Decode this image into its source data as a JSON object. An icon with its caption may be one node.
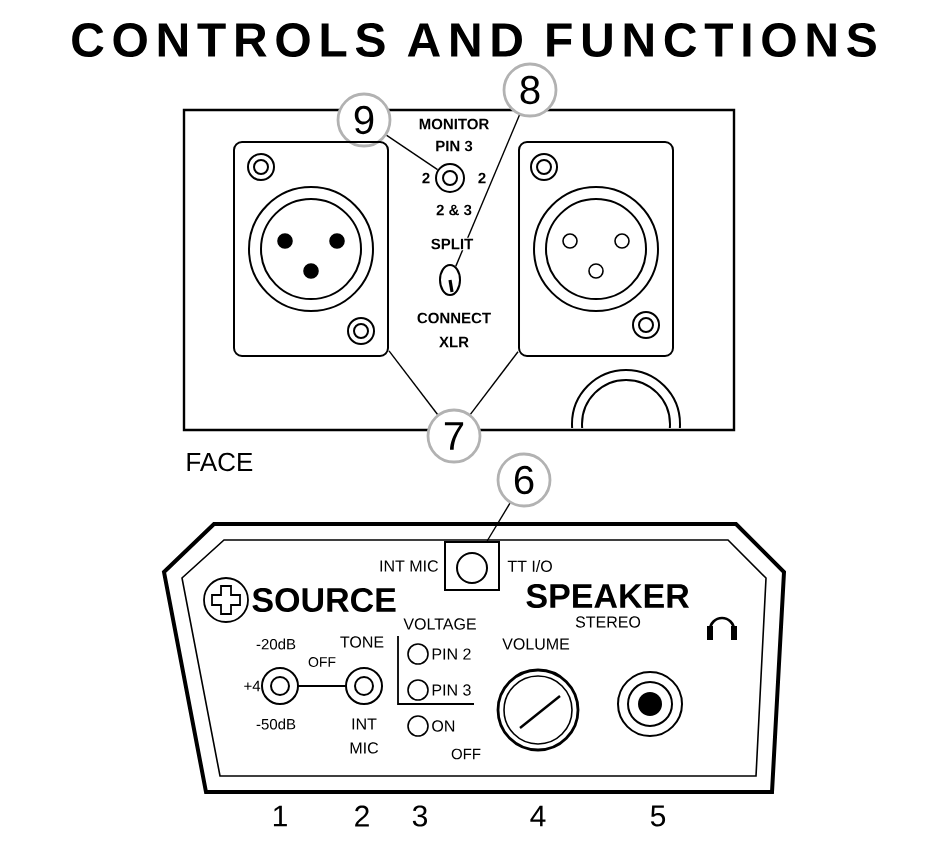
{
  "diagram": {
    "title": "CONTROLS AND FUNCTIONS",
    "nodes": [
      {
        "text": [
          "9"
        ]
      },
      {
        "text": [
          "8"
        ]
      },
      {
        "text": [
          "7"
        ]
      },
      {
        "text": [
          "6"
        ]
      },
      {
        "text": [],
        "shape": "circle"
      },
      {
        "text": [],
        "shape": "switch"
      },
      {
        "text": [],
        "shape": "box"
      },
      {
        "text": [],
        "shape": "box"
      },
      {
        "text": [],
        "shape": "box",
        "beside": [
          "INT MIC",
          "TT I/O"
        ]
      }
    ],
    "edges": [
      {
        "from": 0,
        "to": 4,
        "arrow": "none"
      },
      {
        "from": 1,
        "to": 5,
        "arrow": "none"
      },
      {
        "from": 2,
        "to": 6,
        "arrow": "none"
      },
      {
        "from": 2,
        "to": 7,
        "arrow": "none"
      },
      {
        "from": 3,
        "to": 8,
        "arrow": "none"
      }
    ],
    "labels": [
      "MONITOR",
      "PIN 3",
      "2",
      "2",
      "2 & 3",
      "SPLIT",
      "CONNECT",
      "XLR",
      "FACE",
      "SOURCE",
      "SPEAKER",
      "-20dB",
      "TONE",
      "VOLTAGE",
      "VOLUME",
      "STEREO",
      "OFF",
      "PIN 2",
      "+4",
      "PIN 3",
      "-50dB",
      "INT MIC",
      "ON",
      "OFF",
      "1",
      "2",
      "3",
      "4",
      "5"
    ]
  }
}
